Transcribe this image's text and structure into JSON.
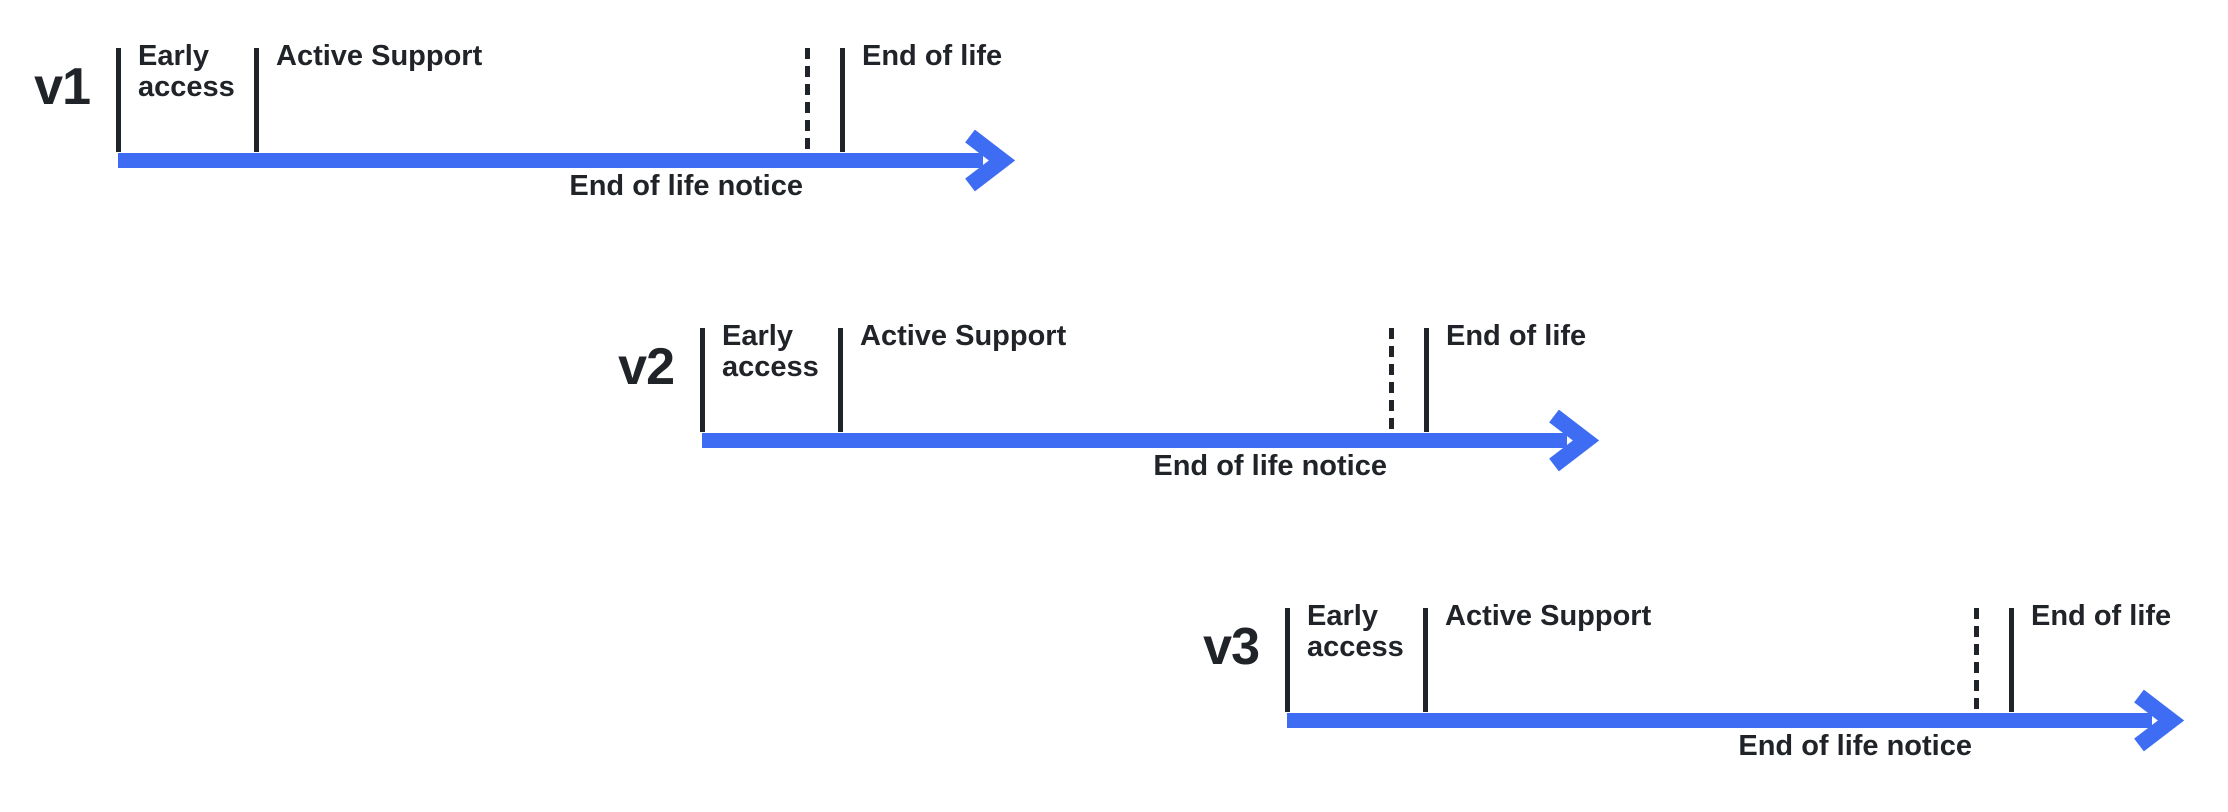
{
  "colors": {
    "arrow_blue": "#3E6DF4",
    "ink": "#202328"
  },
  "timelines": [
    {
      "version": "v1",
      "early_access_label": "Early access",
      "active_support_label": "Active Support",
      "end_of_life_label": "End of life",
      "end_of_life_notice_label": "End of life notice"
    },
    {
      "version": "v2",
      "early_access_label": "Early access",
      "active_support_label": "Active Support",
      "end_of_life_label": "End of life",
      "end_of_life_notice_label": "End of life notice"
    },
    {
      "version": "v3",
      "early_access_label": "Early access",
      "active_support_label": "Active Support",
      "end_of_life_label": "End of life",
      "end_of_life_notice_label": "End of life notice"
    }
  ]
}
